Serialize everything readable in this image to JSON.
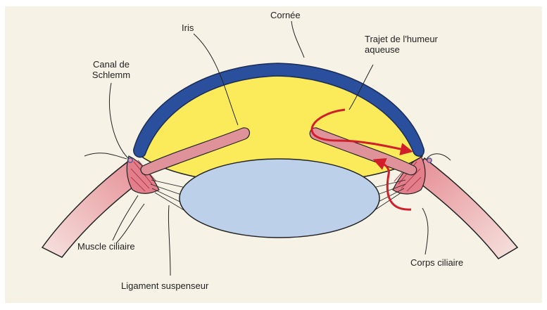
{
  "title": "",
  "labels": {
    "cornee": "Cornée",
    "iris": "Iris",
    "canal_line1": "Canal de",
    "canal_line2": "Schlemm",
    "trajet_line1": "Trajet de l'humeur",
    "trajet_line2": "aqueuse",
    "muscle": "Muscle ciliaire",
    "ligament": "Ligament suspenseur",
    "corps": "Corps ciliaire"
  },
  "colors": {
    "background": "#f6f2e6",
    "cornea": "#2a4f9c",
    "aqueous_chamber": "#fbeb5a",
    "lens": "#bcd0ea",
    "iris_tissue": "#d98a93",
    "sclera": "#d98a93",
    "aqueous_flow_arrow": "#d01f2b",
    "leader_lines": "#222222"
  }
}
